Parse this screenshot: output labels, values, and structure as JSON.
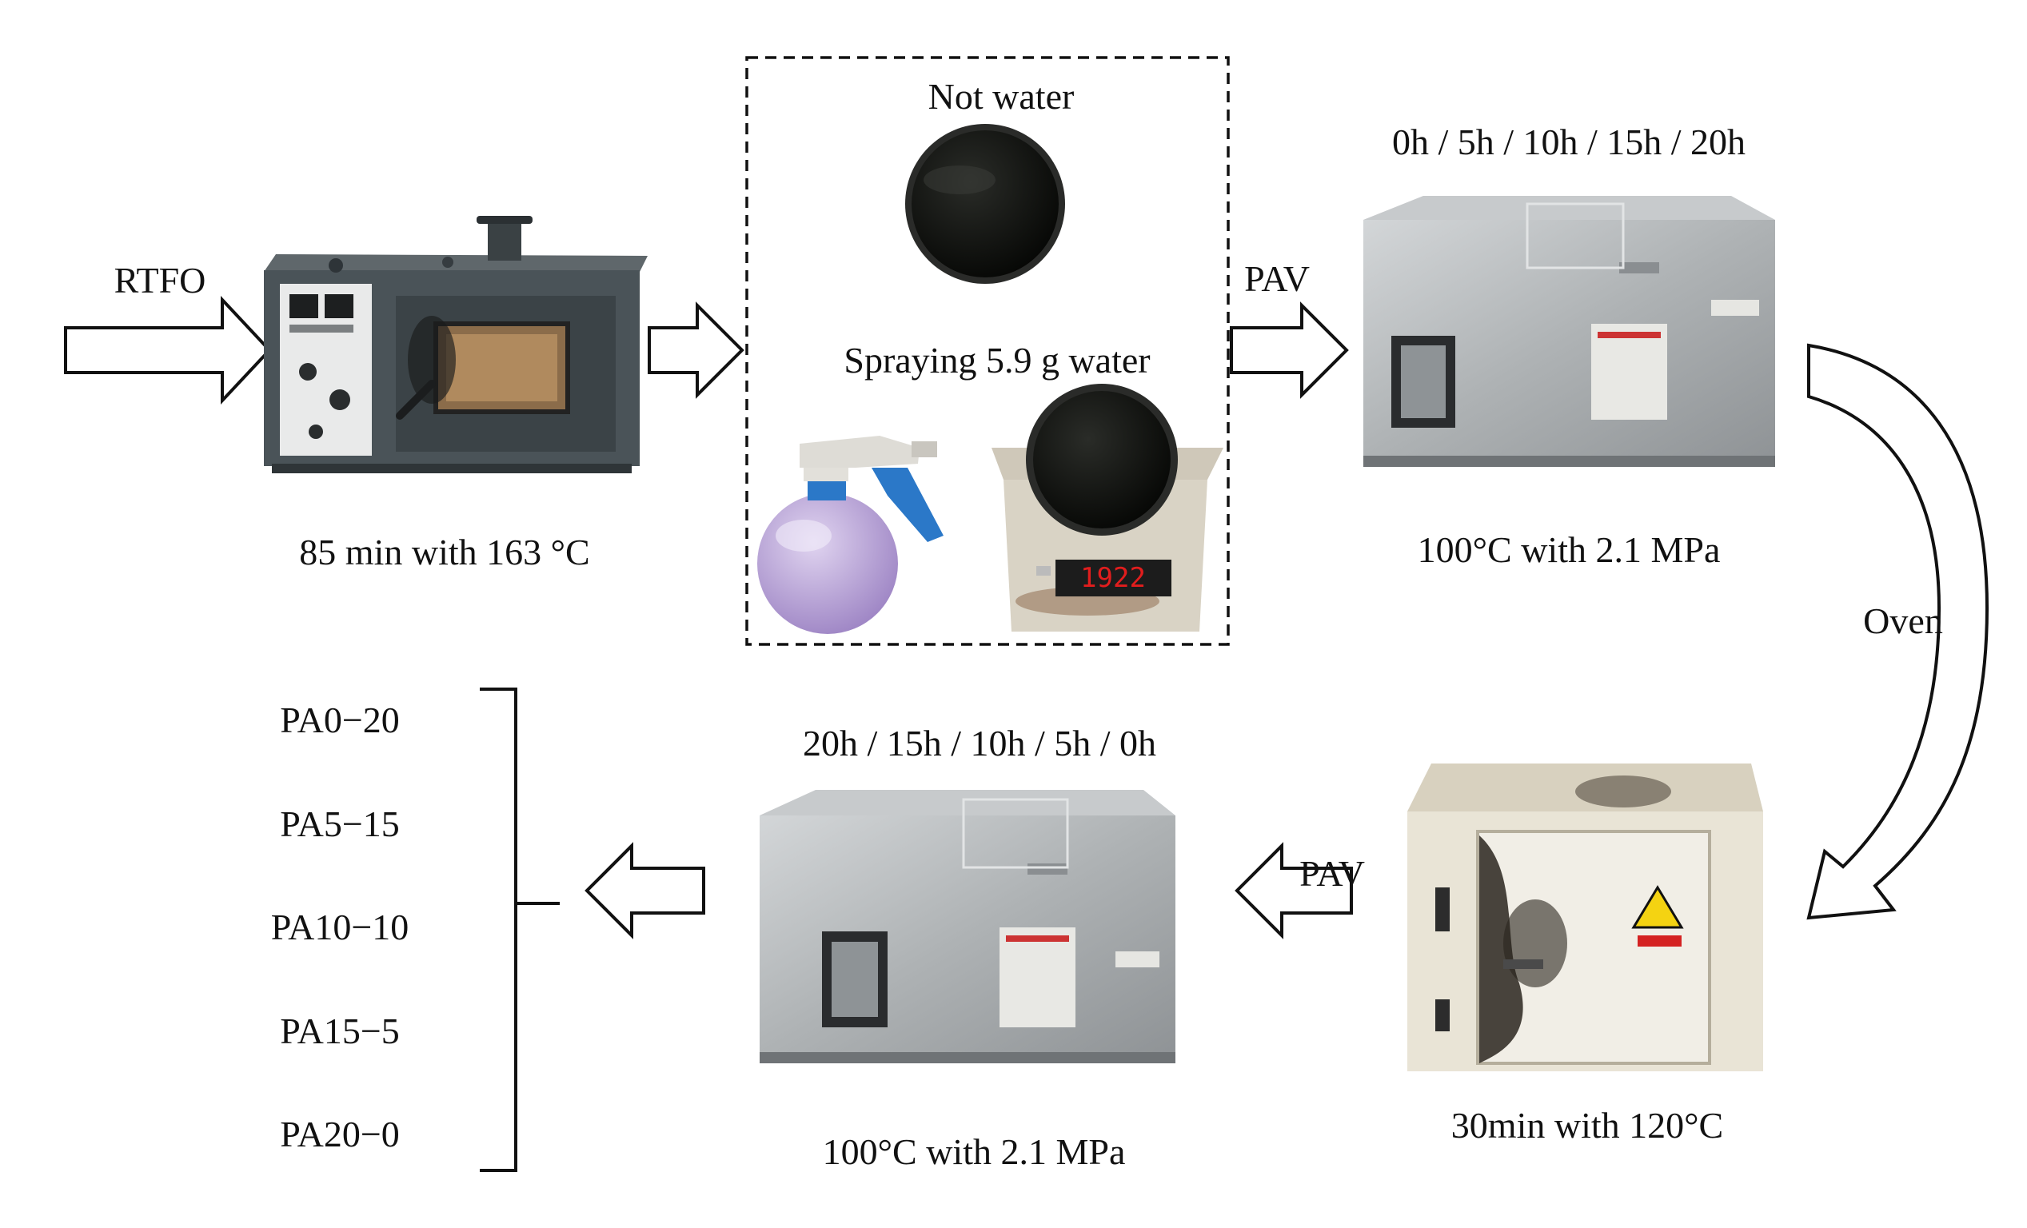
{
  "labels": {
    "rtfo": "RTFO",
    "rtfo_condition": "85 min with 163 °C",
    "not_water": "Not water",
    "spraying": "Spraying 5.9 g water",
    "pav_top": "PAV",
    "pav_top_times": "0h / 5h / 10h / 15h / 20h",
    "pav_top_condition": "100°C with 2.1 MPa",
    "oven": "Oven",
    "oven_condition": "30min with 120°C",
    "pav_bottom": "PAV",
    "pav_bottom_times": "20h / 15h / 10h / 5h / 0h",
    "pav_bottom_condition": "100°C with 2.1 MPa",
    "scale_display": "1922"
  },
  "samples": [
    "PA0−20",
    "PA5−15",
    "PA10−10",
    "PA15−5",
    "PA20−0"
  ],
  "colors": {
    "rtfo_body": "#4a5358",
    "steel": "#b9bdbf",
    "oven_body": "#e9e4d6",
    "soot": "#2a241d",
    "binder": "#0c0d0b",
    "spray_blue": "#2b78c8",
    "spray_purple": "#b9a3d8",
    "scale_red": "#e11d1d"
  }
}
